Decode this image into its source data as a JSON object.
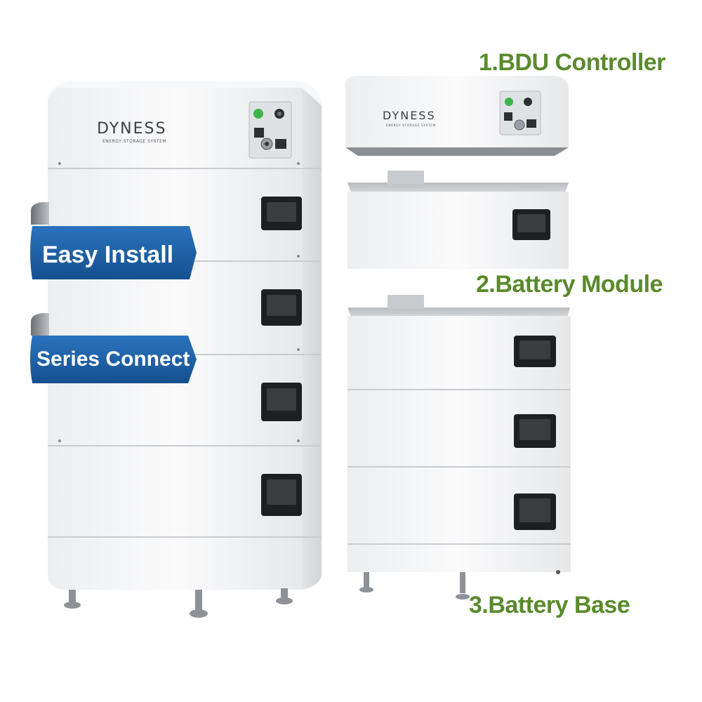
{
  "brand": {
    "name": "DYNESS",
    "tagline": "ENERGY STORAGE SYSTEM"
  },
  "ribbons": [
    {
      "label": "Easy Install"
    },
    {
      "label": "Series Connect"
    }
  ],
  "callouts": [
    {
      "label": "1.BDU Controller"
    },
    {
      "label": "2.Battery Module"
    },
    {
      "label": "3.Battery Base"
    }
  ],
  "colors": {
    "ribbon_blue": "#1f63a8",
    "callout_green": "#5a8a2c",
    "cabinet_white": "#f4f5f6",
    "handle_black": "#1e1f21"
  }
}
